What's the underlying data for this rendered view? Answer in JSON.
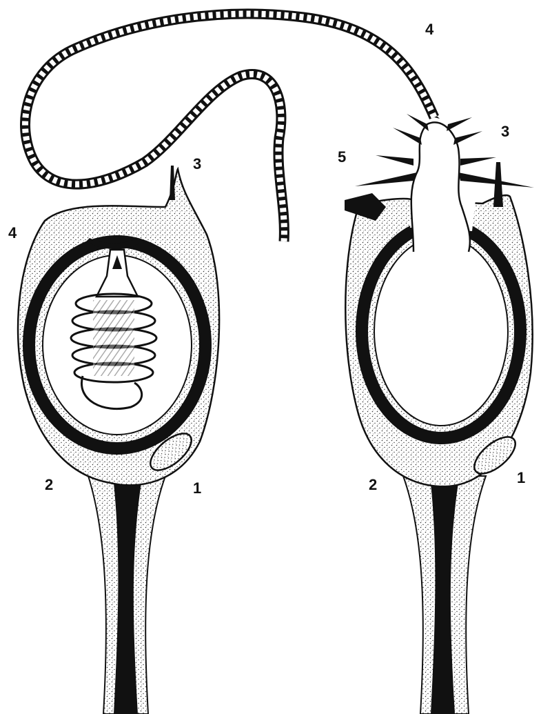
{
  "labels": {
    "left": {
      "nucleus": "1",
      "stalk": "2",
      "cnidocil": "3",
      "capsule_wall": "4"
    },
    "right": {
      "nucleus": "1",
      "stalk": "2",
      "cnidocil": "3",
      "thread": "4",
      "operculum": "5"
    }
  },
  "colors": {
    "ink": "#111111",
    "paper": "#ffffff"
  }
}
